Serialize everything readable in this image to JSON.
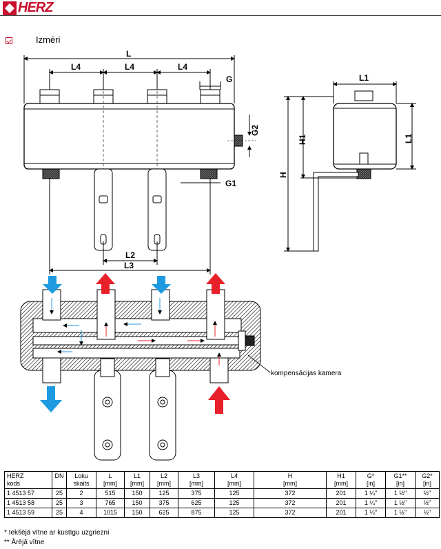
{
  "brand": "HERZ",
  "section": {
    "title": "Izmēri"
  },
  "labels": {
    "L": "L",
    "L4": "L4",
    "G": "G",
    "L1": "L1",
    "G2": "G2",
    "G1": "G1",
    "L2": "L2",
    "L3": "L3",
    "H1": "H1",
    "H": "H",
    "callout": "kompensācijas kamera"
  },
  "table": {
    "headers": [
      [
        "HERZ",
        "kods"
      ],
      [
        "DN"
      ],
      [
        "Loku",
        "skaits"
      ],
      [
        "L",
        "[mm]"
      ],
      [
        "L1",
        "[mm]"
      ],
      [
        "L2",
        "[mm]"
      ],
      [
        "L3",
        "[mm]"
      ],
      [
        "L4",
        "[mm]"
      ],
      [
        "H",
        "[mm]"
      ],
      [
        "H1",
        "[mm]"
      ],
      [
        "G*",
        "[in]"
      ],
      [
        "G1**",
        "[in]"
      ],
      [
        "G2*",
        "[in]"
      ]
    ],
    "rows": [
      [
        "1 4513 57",
        "25",
        "2",
        "515",
        "150",
        "125",
        "375",
        "125",
        "372",
        "201",
        "1 ¼\"",
        "1 ½\"",
        "½\""
      ],
      [
        "1 4513 58",
        "25",
        "3",
        "765",
        "150",
        "375",
        "625",
        "125",
        "372",
        "201",
        "1 ¼\"",
        "1 ½\"",
        "½\""
      ],
      [
        "1 4513 59",
        "25",
        "4",
        "1015",
        "150",
        "625",
        "875",
        "125",
        "372",
        "201",
        "1 ¼\"",
        "1 ½\"",
        "½\""
      ]
    ]
  },
  "footnotes": [
    "* Iekšējā vītne ar kustīgu uzgriezni",
    "** Ārējā vītne"
  ],
  "colors": {
    "brand": "#c8102e",
    "flow_hot": "#e8202a",
    "flow_cold": "#1e9be0"
  }
}
